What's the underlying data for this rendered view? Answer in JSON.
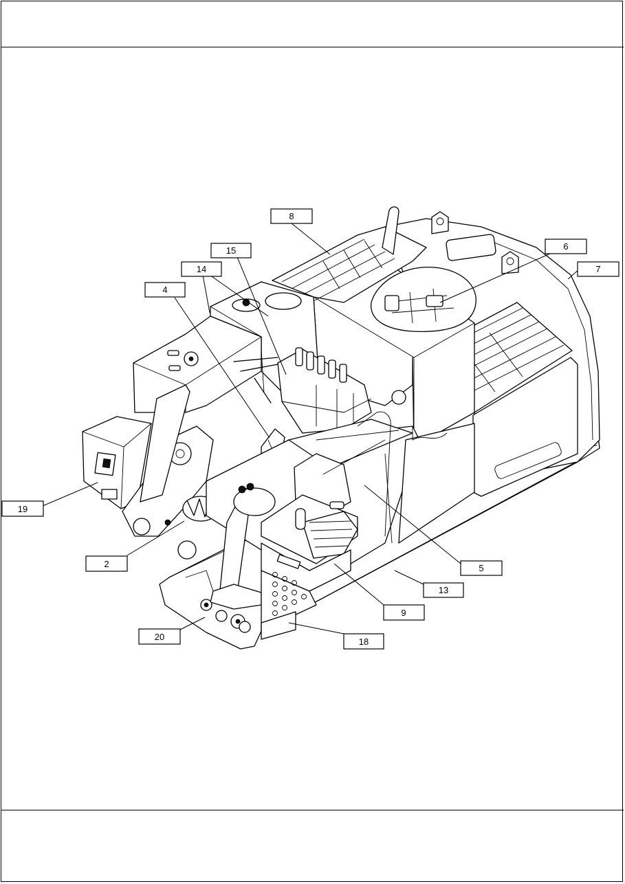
{
  "diagram": {
    "callouts": [
      {
        "id": "c8",
        "label": "8"
      },
      {
        "id": "c15",
        "label": "15"
      },
      {
        "id": "c14",
        "label": "14"
      },
      {
        "id": "c4",
        "label": "4"
      },
      {
        "id": "c6",
        "label": "6"
      },
      {
        "id": "c7",
        "label": "7"
      },
      {
        "id": "c19",
        "label": "19"
      },
      {
        "id": "c2",
        "label": "2"
      },
      {
        "id": "c5",
        "label": "5"
      },
      {
        "id": "c13",
        "label": "13"
      },
      {
        "id": "c9",
        "label": "9"
      },
      {
        "id": "c20",
        "label": "20"
      },
      {
        "id": "c18",
        "label": "18"
      }
    ]
  }
}
